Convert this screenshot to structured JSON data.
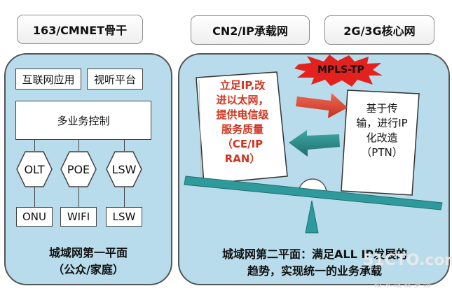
{
  "headers": {
    "left": "163/CMNET骨干",
    "middle": "CN2/IP承载网",
    "right": "2G/3G核心网"
  },
  "left_panel": {
    "top_boxes": [
      "互联网应用",
      "视听平台"
    ],
    "control": "多业务控制",
    "hexagons": [
      "OLT",
      "POE",
      "LSW"
    ],
    "bottom_boxes": [
      "ONU",
      "WIFI",
      "LSW"
    ],
    "caption_line1": "城域网第一平面",
    "caption_line2": "（公众/家庭）"
  },
  "right_panel": {
    "badge": "MPLS-TP",
    "left_doc_text": "立足IP,改\n进以太网，\n提供电信级\n服务质量\n（CE/IP\nRAN）",
    "right_doc_text": "基于传\n输，进行IP\n化改造\n（PTN）",
    "caption_line1": "城域网第二平面：满足ALL IP发展的",
    "caption_line2": "趋势，实现统一的业务承载"
  },
  "watermark": {
    "site": "51CTO.com",
    "slogan": "技术成就梦想"
  },
  "colors": {
    "panel_fill": "#b8dceb",
    "red_text": "#d0341f",
    "arrow_red": "#d9402d",
    "arrow_teal": "#2e8c8a",
    "beam": "#2e9a9c",
    "star": "#e3221f"
  }
}
